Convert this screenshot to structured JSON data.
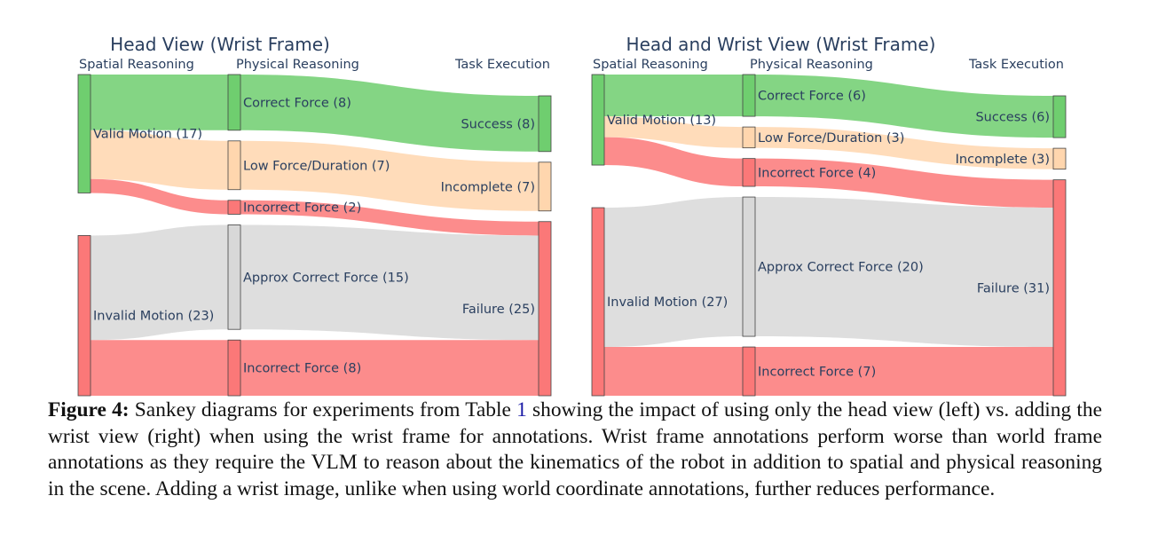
{
  "colors": {
    "green": "#6fce6f",
    "peach": "#ffd6ae",
    "red": "#fb7878",
    "gray": "#d8d8d8",
    "text": "#2a3f5f"
  },
  "panels": [
    {
      "title": "Head View (Wrist Frame)",
      "columns": [
        "Spatial Reasoning",
        "Physical Reasoning",
        "Task Execution"
      ],
      "nodes": [
        {
          "id": "vm",
          "label": "Valid Motion (17)",
          "value": 17,
          "col": 0,
          "color": "green"
        },
        {
          "id": "im",
          "label": "Invalid Motion  (23)",
          "value": 23,
          "col": 0,
          "color": "red"
        },
        {
          "id": "cf",
          "label": "Correct  Force (8)",
          "value": 8,
          "col": 1,
          "color": "green"
        },
        {
          "id": "lf",
          "label": "Low Force/Duration (7)",
          "value": 7,
          "col": 1,
          "color": "peach"
        },
        {
          "id": "if1",
          "label": "Incorrect Force (2)",
          "value": 2,
          "col": 1,
          "color": "red"
        },
        {
          "id": "acf",
          "label": "Approx Correct Force (15)",
          "value": 15,
          "col": 1,
          "color": "gray"
        },
        {
          "id": "if2",
          "label": "Incorrect Force (8)",
          "value": 8,
          "col": 1,
          "color": "red"
        },
        {
          "id": "su",
          "label": "Success (8)",
          "value": 8,
          "col": 2,
          "color": "green"
        },
        {
          "id": "ic",
          "label": "Incomplete (7)",
          "value": 7,
          "col": 2,
          "color": "peach"
        },
        {
          "id": "fa",
          "label": "Failure (25)",
          "value": 25,
          "col": 2,
          "color": "red"
        }
      ],
      "links": [
        {
          "source": "vm",
          "target": "cf",
          "value": 8,
          "color": "green"
        },
        {
          "source": "vm",
          "target": "lf",
          "value": 7,
          "color": "peach"
        },
        {
          "source": "vm",
          "target": "if1",
          "value": 2,
          "color": "red"
        },
        {
          "source": "im",
          "target": "acf",
          "value": 15,
          "color": "gray"
        },
        {
          "source": "im",
          "target": "if2",
          "value": 8,
          "color": "red"
        },
        {
          "source": "cf",
          "target": "su",
          "value": 8,
          "color": "green"
        },
        {
          "source": "lf",
          "target": "ic",
          "value": 7,
          "color": "peach"
        },
        {
          "source": "if1",
          "target": "fa",
          "value": 2,
          "color": "red"
        },
        {
          "source": "acf",
          "target": "fa",
          "value": 15,
          "color": "gray"
        },
        {
          "source": "if2",
          "target": "fa",
          "value": 8,
          "color": "red"
        }
      ]
    },
    {
      "title": "Head and Wrist View (Wrist Frame)",
      "columns": [
        "Spatial Reasoning",
        "Physical Reasoning",
        "Task Execution"
      ],
      "nodes": [
        {
          "id": "vm",
          "label": "Valid Motion (13)",
          "value": 13,
          "col": 0,
          "color": "green"
        },
        {
          "id": "im",
          "label": "Invalid Motion  (27)",
          "value": 27,
          "col": 0,
          "color": "red"
        },
        {
          "id": "cf",
          "label": "Correct  Force (6)",
          "value": 6,
          "col": 1,
          "color": "green"
        },
        {
          "id": "lf",
          "label": "Low Force/Duration (3)",
          "value": 3,
          "col": 1,
          "color": "peach"
        },
        {
          "id": "if1",
          "label": "Incorrect Force (4)",
          "value": 4,
          "col": 1,
          "color": "red"
        },
        {
          "id": "acf",
          "label": "Approx Correct Force (20)",
          "value": 20,
          "col": 1,
          "color": "gray"
        },
        {
          "id": "if2",
          "label": "Incorrect Force (7)",
          "value": 7,
          "col": 1,
          "color": "red"
        },
        {
          "id": "su",
          "label": "Success (6)",
          "value": 6,
          "col": 2,
          "color": "green"
        },
        {
          "id": "ic",
          "label": "Incomplete (3)",
          "value": 3,
          "col": 2,
          "color": "peach"
        },
        {
          "id": "fa",
          "label": "Failure (31)",
          "value": 31,
          "col": 2,
          "color": "red"
        }
      ],
      "links": [
        {
          "source": "vm",
          "target": "cf",
          "value": 6,
          "color": "green"
        },
        {
          "source": "vm",
          "target": "lf",
          "value": 3,
          "color": "peach"
        },
        {
          "source": "vm",
          "target": "if1",
          "value": 4,
          "color": "red"
        },
        {
          "source": "im",
          "target": "acf",
          "value": 20,
          "color": "gray"
        },
        {
          "source": "im",
          "target": "if2",
          "value": 7,
          "color": "red"
        },
        {
          "source": "cf",
          "target": "su",
          "value": 6,
          "color": "green"
        },
        {
          "source": "lf",
          "target": "ic",
          "value": 3,
          "color": "peach"
        },
        {
          "source": "if1",
          "target": "fa",
          "value": 4,
          "color": "red"
        },
        {
          "source": "acf",
          "target": "fa",
          "value": 20,
          "color": "gray"
        },
        {
          "source": "if2",
          "target": "fa",
          "value": 7,
          "color": "red"
        }
      ]
    }
  ],
  "caption": {
    "label": "Figure 4:",
    "text_before_ref": " Sankey diagrams for experiments from Table ",
    "ref": "1",
    "text_after_ref": " showing the impact of using only the head view (left) vs. adding the wrist view (right) when using the wrist frame for annotations. Wrist frame annotations perform worse than world frame annotations as they require the VLM to reason about the kinematics of the robot in addition to spatial and physical reasoning in the scene. Adding a wrist image, unlike when using world coordinate annotations, further reduces performance."
  }
}
